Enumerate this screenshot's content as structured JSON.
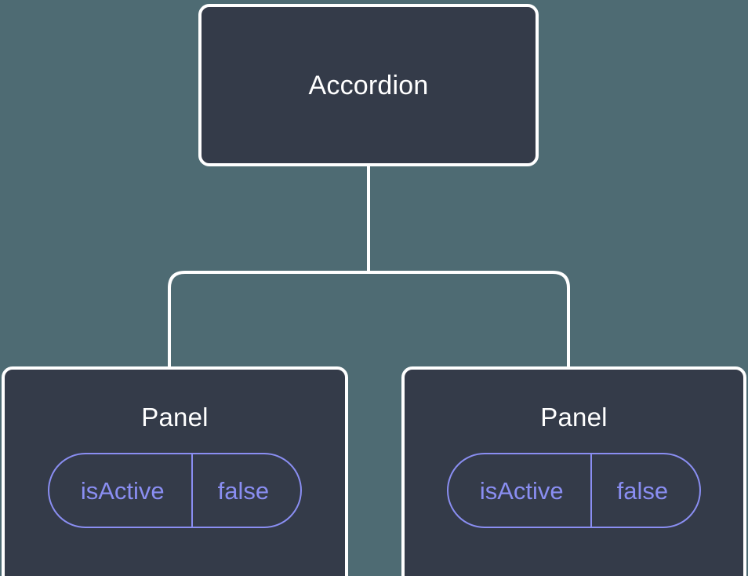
{
  "diagram": {
    "type": "component-tree",
    "background_color": "#4e6b73",
    "node_fill_color": "#343b49",
    "node_border_color": "#ffffff",
    "edge_color": "#ffffff",
    "state_accent_color": "#8a8ef2",
    "root": {
      "label": "Accordion"
    },
    "children": [
      {
        "label": "Panel",
        "state": {
          "key": "isActive",
          "value": "false"
        }
      },
      {
        "label": "Panel",
        "state": {
          "key": "isActive",
          "value": "false"
        }
      }
    ]
  }
}
